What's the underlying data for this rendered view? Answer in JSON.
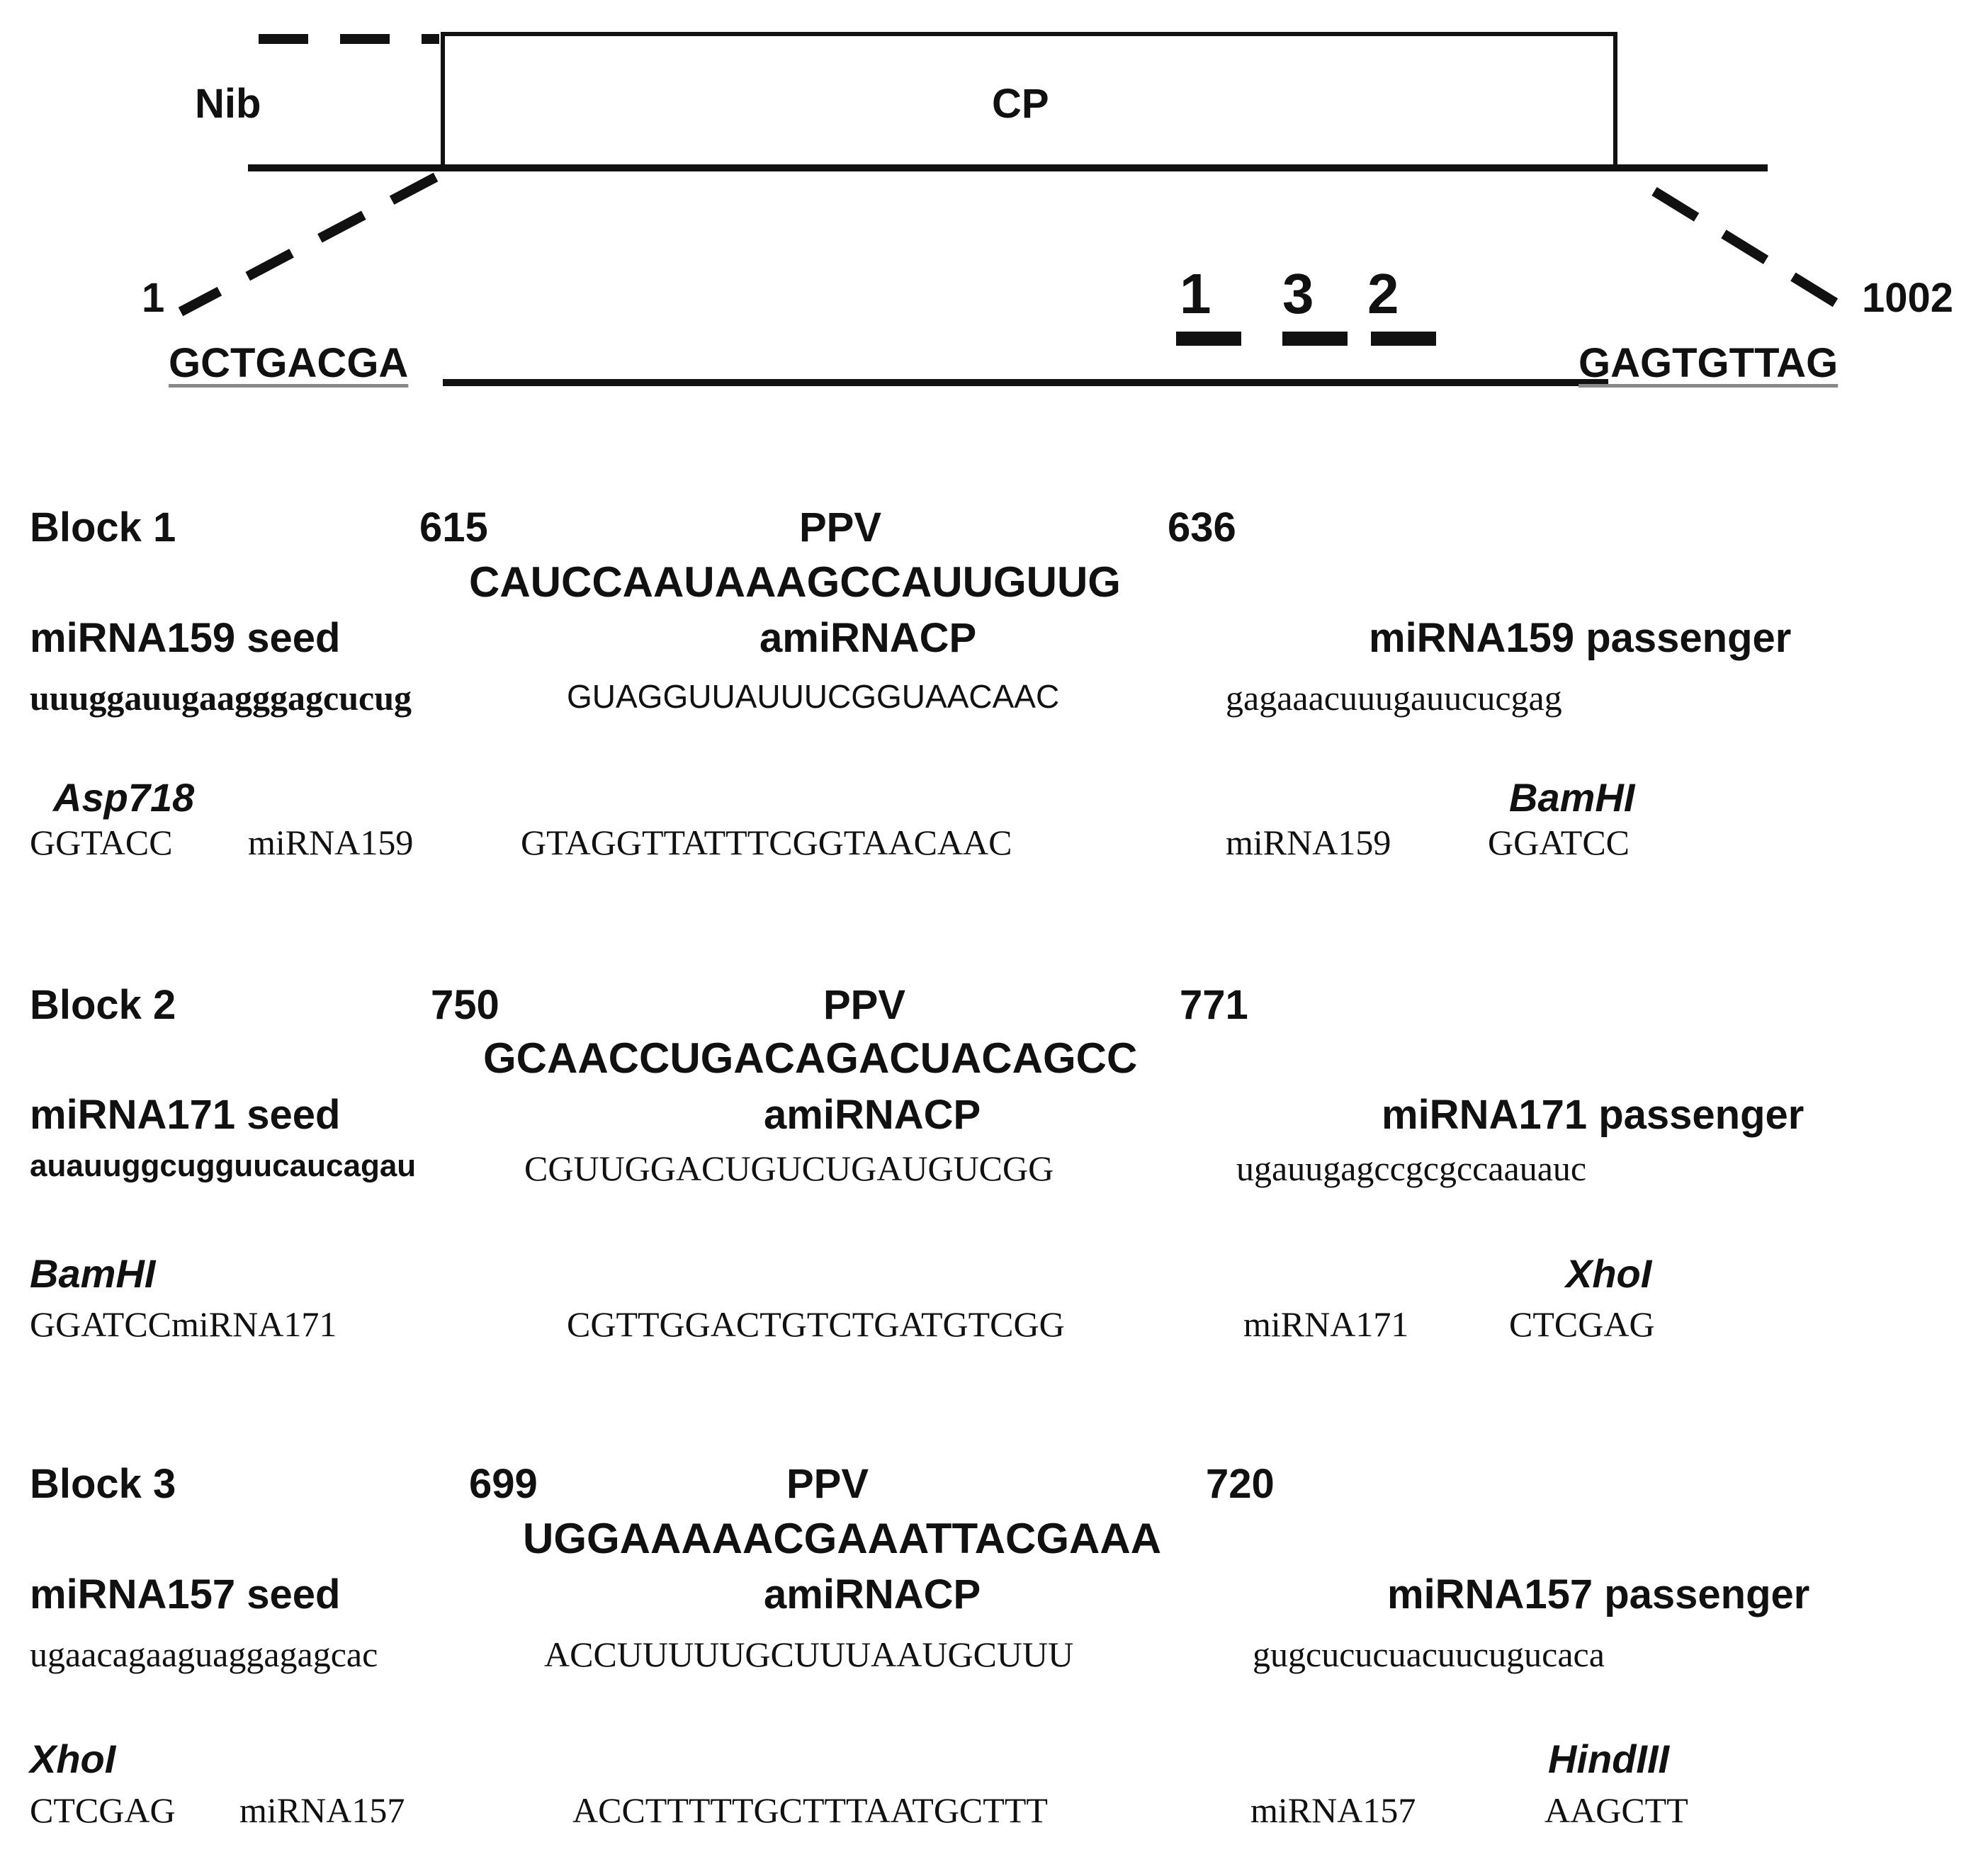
{
  "gene_map": {
    "nib_label": "Nib",
    "cp_label": "CP",
    "start_position": "1",
    "end_position": "1002",
    "start_sequence": "GCTGACGA",
    "end_sequence": "GAGTGTTAG",
    "target_site_labels": [
      "1",
      "3",
      "2"
    ]
  },
  "blocks": [
    {
      "title": "Block 1",
      "start": "615",
      "virus": "PPV",
      "end": "636",
      "target_sequence": "CAUCCAAUAAAGCCAUUGUUG",
      "seed_label": "miRNA159  seed",
      "amirna_label": "amiRNACP",
      "passenger_label": "miRNA159  passenger",
      "seed_sequence": "uuuggauugaagggagcucug",
      "amirna_sequence": "GUAGGUUAUUUCGGUAACAAC",
      "passenger_sequence": "gagaaacuuugauucucgag",
      "left_enzyme": "Asp718",
      "right_enzyme": "BamHI",
      "left_site": "GGTACC",
      "backbone_left": "miRNA159",
      "dna_sequence": "GTAGGTTATTTCGGTAACAAC",
      "backbone_right": "miRNA159",
      "right_site": "GGATCC"
    },
    {
      "title": "Block 2",
      "start": "750",
      "virus": "PPV",
      "end": "771",
      "target_sequence": "GCAACCUGACAGACUACAGCC",
      "seed_label": "miRNA171  seed",
      "amirna_label": "amiRNACP",
      "passenger_label": "miRNA171  passenger",
      "seed_sequence": "auauuggcugguucaucagau",
      "amirna_sequence": "CGUUGGACUGUCUGAUGUCGG",
      "passenger_sequence": "ugauugagccgcgccaauauc",
      "left_enzyme": "BamHI",
      "right_enzyme": "XhoI",
      "left_site": "GGATCCmiRNA171",
      "backbone_left": "",
      "dna_sequence": "CGTTGGACTGTCTGATGTCGG",
      "backbone_right": "miRNA171",
      "right_site": "CTCGAG"
    },
    {
      "title": "Block 3",
      "start": "699",
      "virus": "PPV",
      "end": "720",
      "target_sequence": "UGGAAAAACGAAATTACGAAA",
      "seed_label": "miRNA157  seed",
      "amirna_label": "amiRNACP",
      "passenger_label": "miRNA157  passenger",
      "seed_sequence": "ugaacagaaguaggagagcac",
      "amirna_sequence": "ACCUUUUUGCUUUAAUGCUUU",
      "passenger_sequence": "gugcucucuacuucugucaca",
      "left_enzyme": "XhoI",
      "right_enzyme": "HindIII",
      "left_site": "CTCGAG",
      "backbone_left": "miRNA157",
      "dna_sequence": "ACCTTTTTGCTTTAATGCTTT",
      "backbone_right": "miRNA157",
      "right_site": "AAGCTT"
    }
  ]
}
